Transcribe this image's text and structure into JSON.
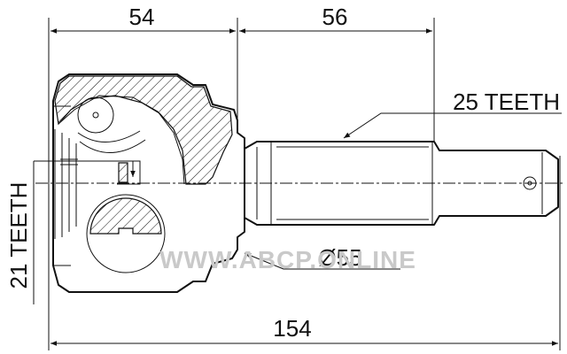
{
  "dimensions": {
    "top_left": "54",
    "top_right": "56",
    "total_length": "154",
    "outer_spline": "25 TEETH",
    "inner_spline": "21 TEETH",
    "diameter": "Ø55"
  },
  "watermark": "WWW.ABCP.ONLINE",
  "colors": {
    "line": "#111111",
    "watermark": "#c9c9c9",
    "background": "#ffffff"
  }
}
